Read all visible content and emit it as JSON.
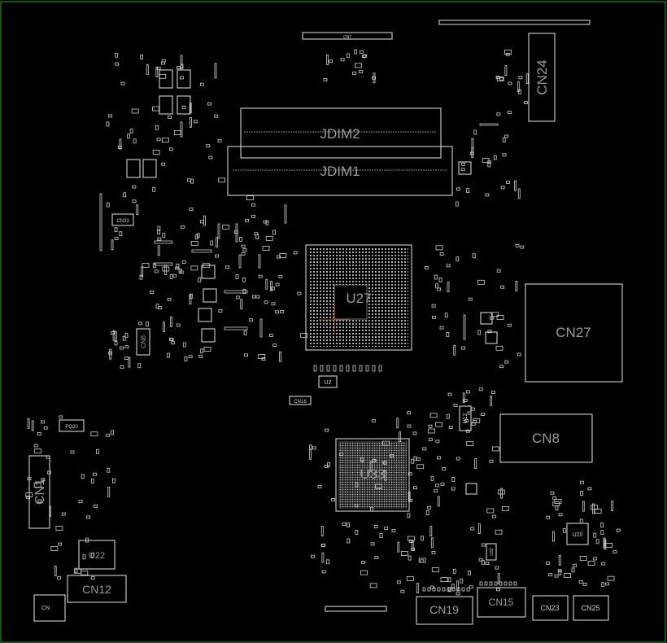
{
  "board": {
    "colors": {
      "background": "#000000",
      "edge": "#2e7d32",
      "silk": "#e6e6e6",
      "label": "#9a9a9a"
    }
  },
  "labels": {
    "jdim2": "JDIM2",
    "jdim1": "JDIM1",
    "cn24": "CN24",
    "u27": "U27",
    "cn27": "CN27",
    "cn8": "CN8",
    "u33": "U33",
    "cn1": "CN1",
    "cn6": "CN6",
    "u22": "U22",
    "cn12": "CN12",
    "cn19": "CN19",
    "cn15": "CN15",
    "cn23": "CN23",
    "cn25": "CN25",
    "u20": "U20",
    "u12": "U12",
    "u2": "U2",
    "cn16": "CN16",
    "cn7": "CN7",
    "cn_small": "CN",
    "pq20": "PQ20",
    "cn33": "CN33",
    "u32": "U32"
  }
}
